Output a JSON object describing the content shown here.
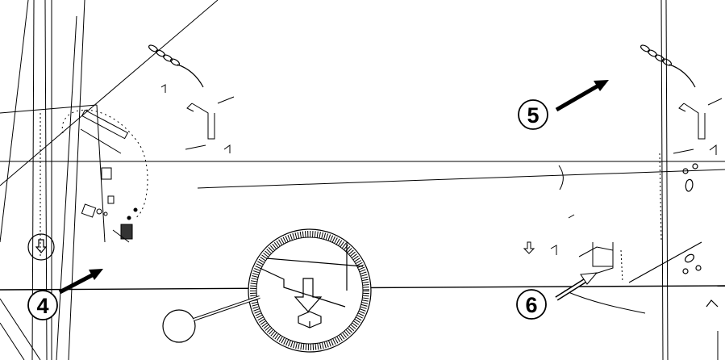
{
  "diagram": {
    "callouts": [
      {
        "number": "4"
      },
      {
        "number": "5"
      },
      {
        "number": "6"
      }
    ],
    "icons": {
      "arrow": "thick-arrow-icon",
      "zoom": "magnifier-detail-icon",
      "down": "down-arrow-icon"
    }
  }
}
